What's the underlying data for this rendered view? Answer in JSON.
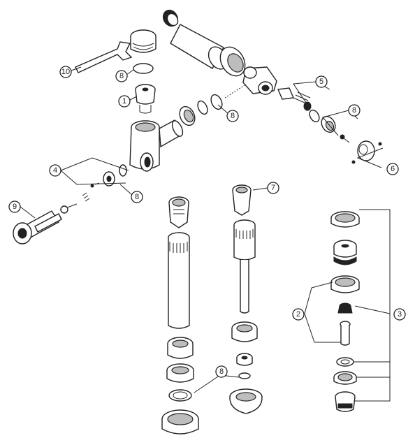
{
  "callouts": {
    "c1": "1",
    "c2": "2",
    "c3": "3",
    "c4": "4",
    "c5": "5",
    "c6": "6",
    "c7": "7",
    "c8a": "8",
    "c8b": "8",
    "c8c": "8",
    "c8d": "8",
    "c8e": "8",
    "c9": "9",
    "c10": "10"
  },
  "colors": {
    "line": "#222222",
    "shade": "#bdbdbd",
    "background": "#ffffff"
  }
}
